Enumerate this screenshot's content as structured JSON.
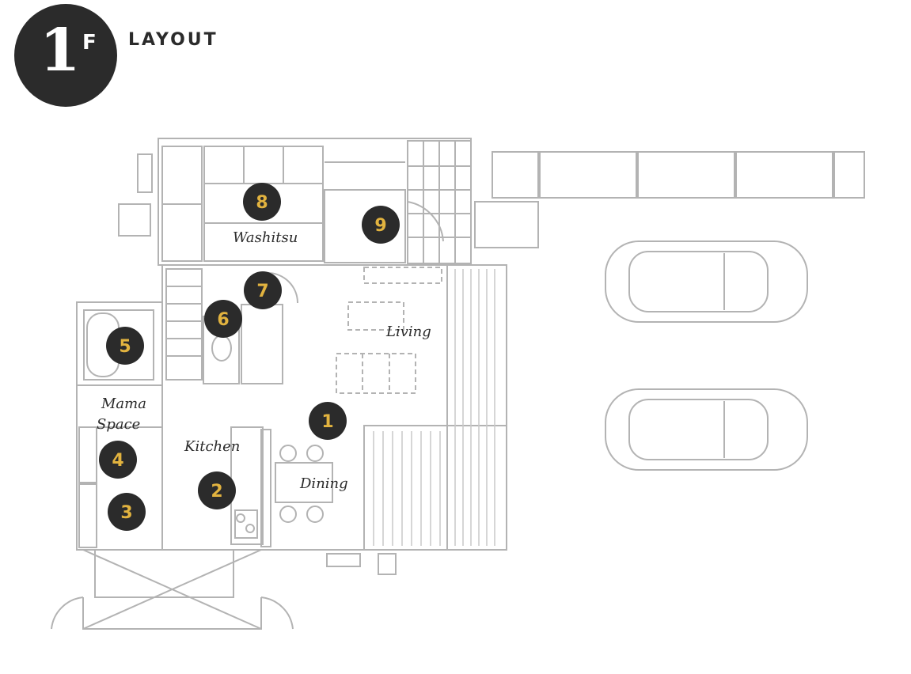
{
  "header": {
    "floor_number": "1",
    "floor_suffix": "F",
    "title": "LAYOUT"
  },
  "rooms": {
    "washitsu": "Washitsu",
    "living": "Living",
    "mama_space_line1": "Mama",
    "mama_space_line2": "Space",
    "kitchen": "Kitchen",
    "dining": "Dining"
  },
  "markers": [
    "1",
    "2",
    "3",
    "4",
    "5",
    "6",
    "7",
    "8",
    "9"
  ],
  "colors": {
    "badge_fill": "#2b2b2b",
    "marker_number": "#e2b33f",
    "plan_line": "#b3b3b3"
  }
}
